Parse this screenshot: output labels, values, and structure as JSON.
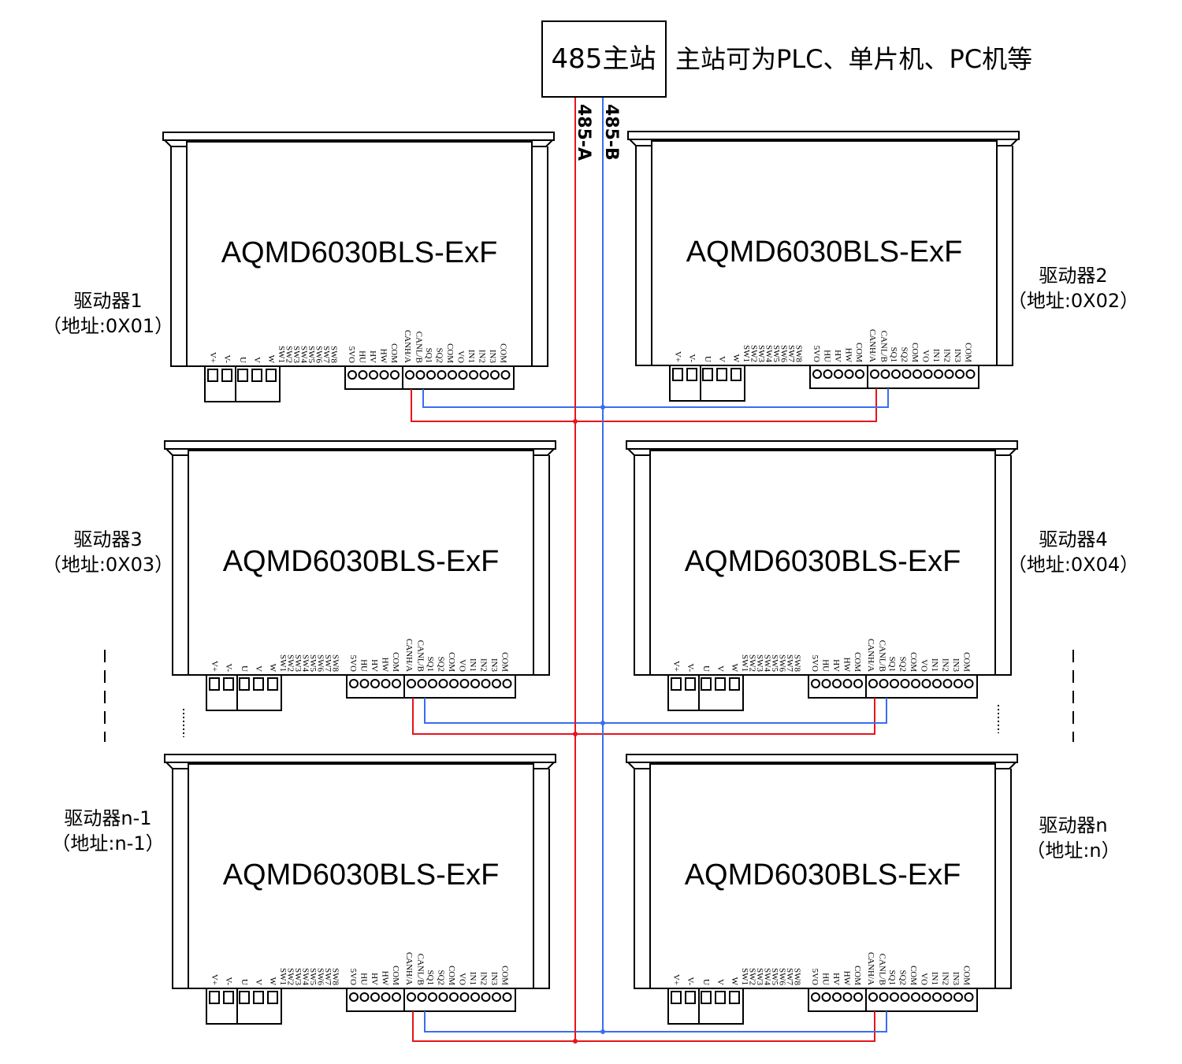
{
  "master": {
    "label": "485主站",
    "note": "主站可为PLC、单片机、PC机等"
  },
  "bus": {
    "a_label": "485-A",
    "b_label": "485-B",
    "a_color": "#e8141b",
    "b_color": "#3a6df0"
  },
  "model": "AQMD6030BLS-ExF",
  "pins": {
    "power": [
      "V+",
      "V-",
      "U",
      "V",
      "W"
    ],
    "switch": [
      "SW1",
      "SW2",
      "SW3",
      "SW4",
      "SW5",
      "SW6",
      "SW7",
      "SW8"
    ],
    "hall": [
      "5VO",
      "HU",
      "HV",
      "HW",
      "COM"
    ],
    "signal": [
      "CANH/A",
      "CANL/B",
      "SQ1",
      "SQ2",
      "COM",
      "VO",
      "IN1",
      "IN2",
      "IN3",
      "COM"
    ]
  },
  "drivers": [
    {
      "name": "驱动器1",
      "address": "（地址:0X01）"
    },
    {
      "name": "驱动器2",
      "address": "（地址:0X02）"
    },
    {
      "name": "驱动器3",
      "address": "（地址:0X03）"
    },
    {
      "name": "驱动器4",
      "address": "（地址:0X04）"
    },
    {
      "name": "驱动器n-1",
      "address": "（地址:n-1）"
    },
    {
      "name": "驱动器n",
      "address": "（地址:n）"
    }
  ]
}
